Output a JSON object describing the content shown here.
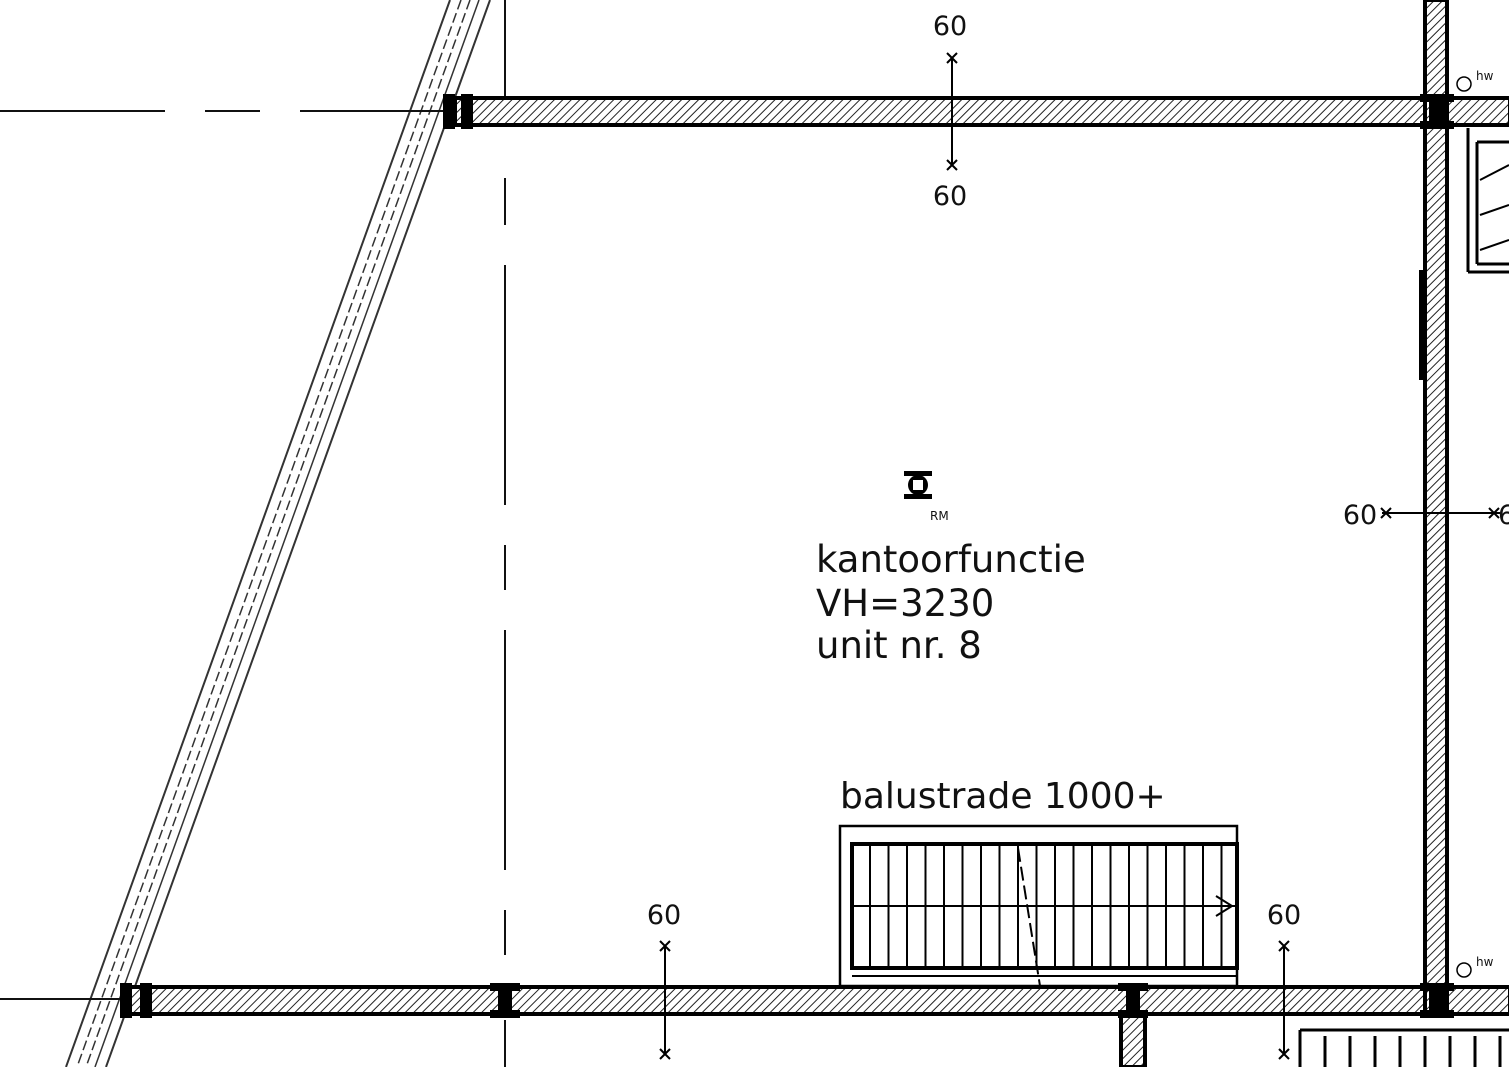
{
  "room": {
    "function": "kantoorfunctie",
    "height": "VH=3230",
    "unit": "unit nr. 8",
    "sensor_label": "RM"
  },
  "balustrade": {
    "label": "balustrade 1000+"
  },
  "dimensions": {
    "top_upper": "60",
    "top_lower": "60",
    "right_mid_left": "60",
    "right_mid_right": "6",
    "bottom_left": "60",
    "bottom_right": "60"
  },
  "markers": {
    "hw_top": "hw",
    "hw_bottom": "hw"
  }
}
